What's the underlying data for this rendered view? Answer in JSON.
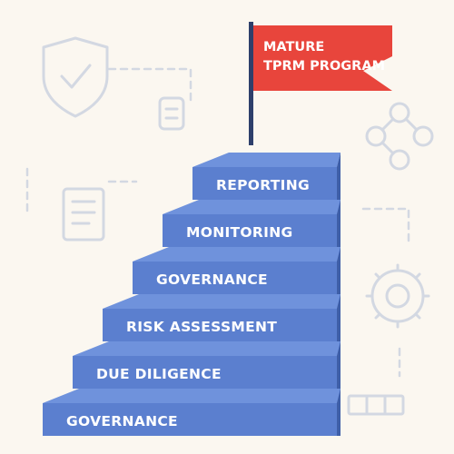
{
  "diagram": {
    "steps": [
      {
        "label": "GOVERNANCE"
      },
      {
        "label": "DUE DILIGENCE"
      },
      {
        "label": "RISK ASSESSMENT"
      },
      {
        "label": "GOVERNANCE"
      },
      {
        "label": "MONITORING"
      },
      {
        "label": "REPORTING"
      }
    ],
    "flag": {
      "line1": "MATURE",
      "line2": "TPRM PROGRAM"
    }
  },
  "colors": {
    "background": "#fbf7f0",
    "step_front": "#5b7fcf",
    "step_top": "#6f92dc",
    "step_side": "#3f5fa8",
    "flag": "#e8453c",
    "pole": "#2e3f6b",
    "decor": "#d3d8e2"
  },
  "icons": [
    "shield-check-icon",
    "document-icon",
    "clipboard-icon",
    "network-icon",
    "gear-icon",
    "table-icon"
  ]
}
